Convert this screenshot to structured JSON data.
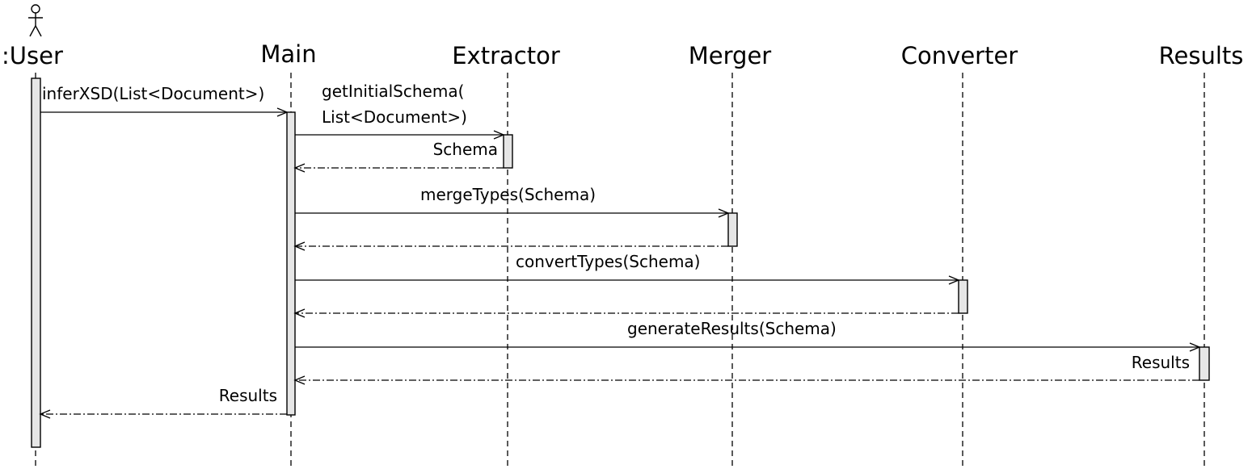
{
  "participants": [
    {
      "id": "user",
      "name": ":User",
      "actor": true
    },
    {
      "id": "main",
      "name": "Main"
    },
    {
      "id": "extractor",
      "name": "Extractor"
    },
    {
      "id": "merger",
      "name": "Merger"
    },
    {
      "id": "converter",
      "name": "Converter"
    },
    {
      "id": "results",
      "name": "Results"
    }
  ],
  "messages": [
    {
      "id": "infer",
      "from": "user",
      "to": "main",
      "kind": "call",
      "label_lines": [
        "inferXSD(List<Document>)"
      ]
    },
    {
      "id": "get-initial",
      "from": "main",
      "to": "extractor",
      "kind": "call",
      "label_lines": [
        "getInitialSchema(",
        "List<Document>)"
      ]
    },
    {
      "id": "ret-extractor",
      "from": "extractor",
      "to": "main",
      "kind": "return",
      "label_lines": [
        "Schema"
      ]
    },
    {
      "id": "merge",
      "from": "main",
      "to": "merger",
      "kind": "call",
      "label_lines": [
        "mergeTypes(Schema)"
      ]
    },
    {
      "id": "ret-merger",
      "from": "merger",
      "to": "main",
      "kind": "return",
      "label_lines": []
    },
    {
      "id": "convert",
      "from": "main",
      "to": "converter",
      "kind": "call",
      "label_lines": [
        "convertTypes(Schema)"
      ]
    },
    {
      "id": "ret-converter",
      "from": "converter",
      "to": "main",
      "kind": "return",
      "label_lines": []
    },
    {
      "id": "generate",
      "from": "main",
      "to": "results",
      "kind": "call",
      "label_lines": [
        "generateResults(Schema)"
      ]
    },
    {
      "id": "ret-results",
      "from": "results",
      "to": "main",
      "kind": "return",
      "label_lines": [
        "Results"
      ]
    },
    {
      "id": "ret-main",
      "from": "main",
      "to": "user",
      "kind": "return",
      "label_lines": [
        "Results"
      ]
    }
  ]
}
